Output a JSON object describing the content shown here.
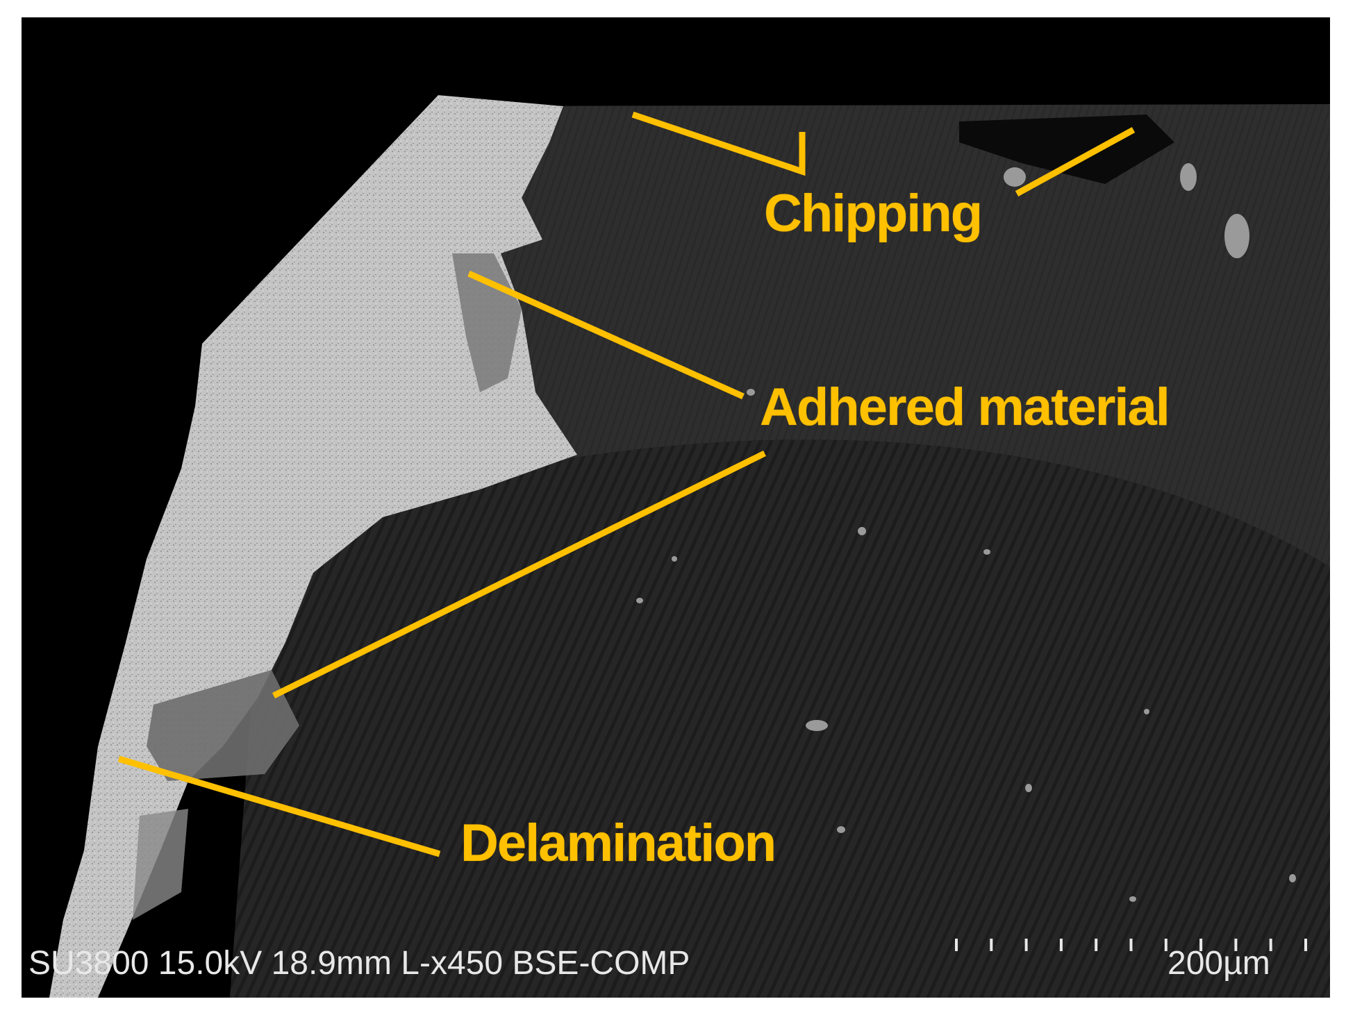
{
  "image": {
    "description_kind": "SEM backscattered electron micrograph of a worn cutting tool edge",
    "colors": {
      "background": "#000000",
      "annotation": "#FFC000",
      "info_text": "#E8E8E8",
      "coating": "#C9C9C9",
      "substrate": "#262626"
    }
  },
  "annotations": {
    "chipping": "Chipping",
    "adhered_material": "Adhered material",
    "delamination": "Delamination"
  },
  "info_bar": {
    "text": "SU3800 15.0kV 18.9mm L-x450 BSE-COMP"
  },
  "scale_bar": {
    "label": "200µm",
    "tick_count": 11
  }
}
